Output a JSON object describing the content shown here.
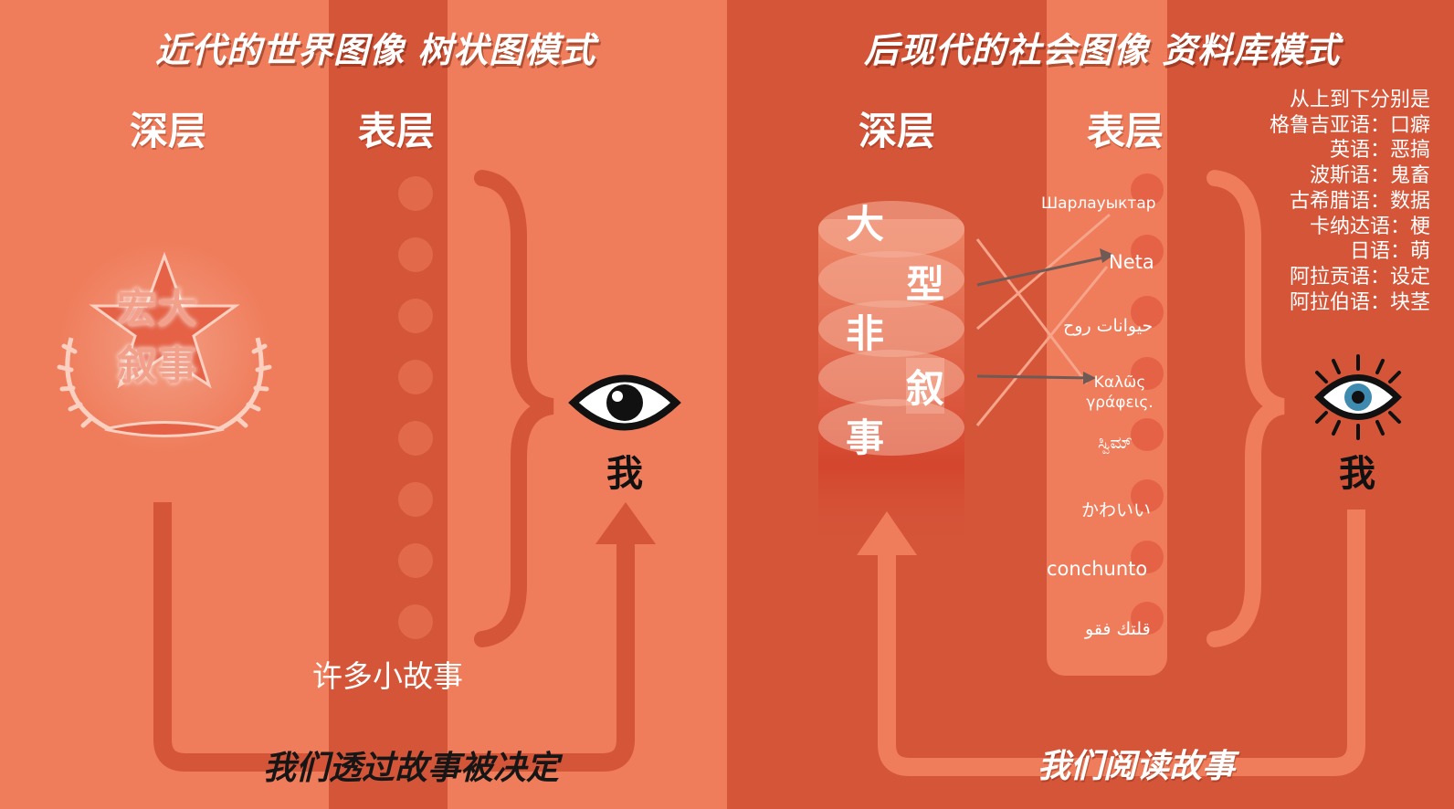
{
  "left": {
    "title": "近代的世界图像 树状图模式",
    "deep_label": "深层",
    "surface_label": "表层",
    "emblem": {
      "line1": "宏大",
      "line2": "叙事"
    },
    "small_stories": "许多小故事",
    "me": "我",
    "bottom_caption": "我们透过故事被决定"
  },
  "right": {
    "title": "后现代的社会图像 资料库模式",
    "deep_label": "深层",
    "surface_label": "表层",
    "cylinder_chars": [
      "大",
      "型",
      "非",
      "叙",
      "事"
    ],
    "words": [
      "Шарлауыктар",
      "Neta",
      "حيوانات روح",
      "Καλῶς γράφεις.",
      "ಸ್ವಿಮ್",
      "かわいい",
      "conchunto",
      "قلتك فقو"
    ],
    "legend": {
      "heading": "从上到下分别是",
      "items": [
        "格鲁吉亚语：口癖",
        "英语：恶搞",
        "波斯语：鬼畜",
        "古希腊语：数据",
        "卡纳达语：梗",
        "日语：萌",
        "阿拉贡语：设定",
        "阿拉伯语：块茎"
      ]
    },
    "me": "我",
    "bottom_caption": "我们阅读故事"
  },
  "colors": {
    "left_bg": "#ef7c5a",
    "right_bg": "#d55539",
    "dark_band": "#d55539",
    "light_band": "#ef7c5a"
  },
  "icons": [
    "eye-icon",
    "star-laurel-emblem-icon",
    "brace-icon",
    "arrow-icon"
  ]
}
